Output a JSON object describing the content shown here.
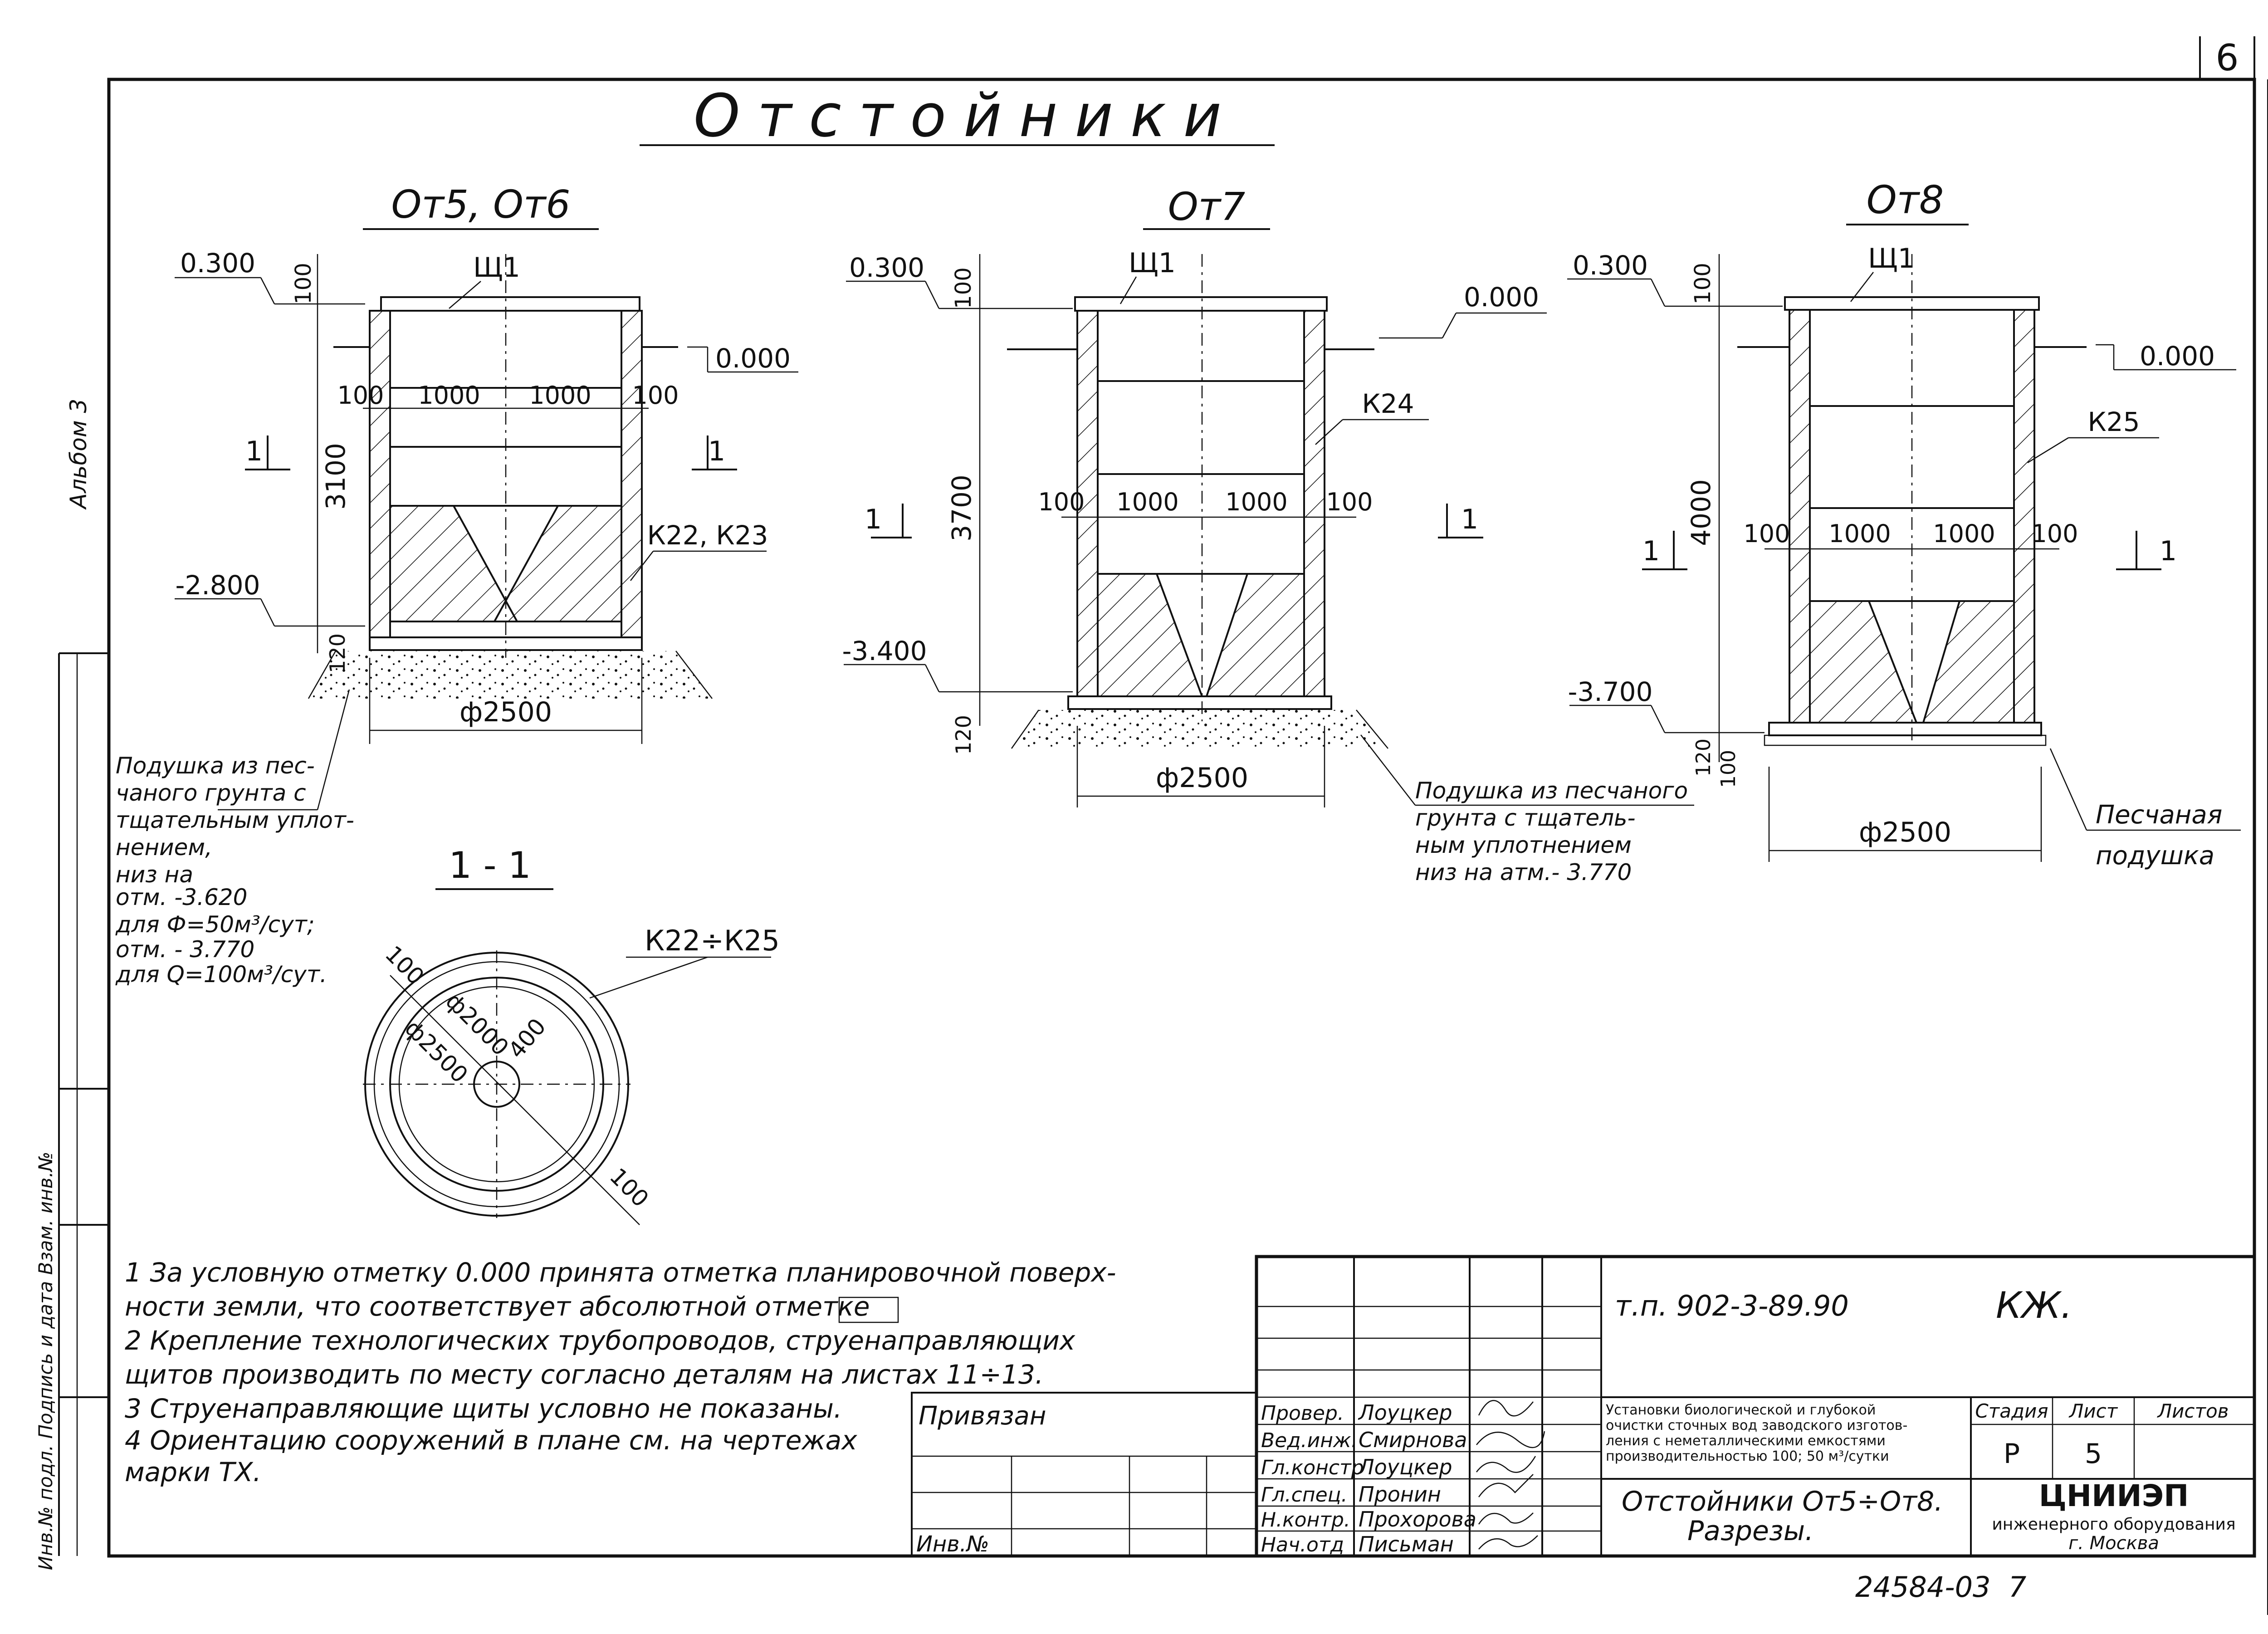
{
  "sheet_number": "6",
  "title": "Отстойники",
  "album_label": "Альбом 3",
  "side_label": "Инв.№ подл. Подпись и дата Взам. инв.№",
  "sections": {
    "ot56": {
      "heading": "От5, От6",
      "shield": "Щ1",
      "top_mark": "0.300",
      "top_offset": "100",
      "zero_mark": "0.000",
      "height": "3100",
      "bottom_mark": "-2.800",
      "base_dim": "120",
      "diameter": "ф2500",
      "half_left": "1000",
      "half_right": "1000",
      "wall_left": "100",
      "wall_right": "100",
      "rings": "К22, К23",
      "cut_left": "1",
      "cut_right": "1",
      "note": [
        "Подушка из пес-",
        "чаного грунта с",
        "тщательным уплот-",
        "нением,",
        "низ на",
        "отм. -3.620",
        "для Ф=50м³/сут;",
        "отм. - 3.770",
        "для Q=100м³/сут."
      ]
    },
    "ot7": {
      "heading": "От7",
      "shield": "Щ1",
      "top_mark": "0.300",
      "top_offset": "100",
      "zero_mark": "0.000",
      "height": "3700",
      "bottom_mark": "-3.400",
      "base_dim": "120",
      "diameter": "ф2500",
      "half_left": "1000",
      "half_right": "1000",
      "wall_left": "100",
      "wall_right": "100",
      "rings": "К24",
      "cut_left": "1",
      "cut_right": "1",
      "note": [
        "Подушка из песчаного",
        "грунта с тщатель-",
        "ным уплотнением",
        "низ на атм.- 3.770"
      ]
    },
    "ot8": {
      "heading": "От8",
      "shield": "Щ1",
      "top_mark": "0.300",
      "top_offset": "100",
      "zero_mark": "0.000",
      "height": "4000",
      "bottom_mark": "-3.700",
      "base_dim": "120",
      "base_dim2": "100",
      "diameter": "ф2500",
      "half_left": "1000",
      "half_right": "1000",
      "wall_left": "100",
      "wall_right": "100",
      "rings": "К25",
      "cut_left": "1",
      "cut_right": "1",
      "note": [
        "Песчаная",
        "подушка"
      ]
    }
  },
  "plan": {
    "heading": "1 - 1",
    "rings": "К22÷К25",
    "d_inner": "ф2000",
    "d_outer": "ф2500",
    "dim_400": "400",
    "dim_100_a": "100",
    "dim_100_b": "100"
  },
  "notes": [
    "1 За условную отметку 0.000 принята отметка планировочной поверх-",
    "ности земли, что соответствует абсолютной отметке",
    "2 Крепление технологических трубопроводов, струенаправляющих",
    "щитов производить по месту согласно деталям на листах 11÷13.",
    "3 Струенаправляющие щиты условно не показаны.",
    "4 Ориентацию сооружений в плане см. на чертежах",
    "марки ТХ."
  ],
  "stamp": {
    "privyazan": "Привязан",
    "inv_no": "Инв.№",
    "roles": [
      "Провер.",
      "Вед.инж.",
      "Гл.констр",
      "Гл.спец.",
      "Н.контр.",
      "Нач.отд"
    ],
    "names": [
      "Лоуцкер",
      "Смирнова",
      "Лоуцкер",
      "Пронин",
      "Прохорова",
      "Письман"
    ],
    "code": "т.п. 902-3-89.90",
    "mark": "КЖ.",
    "description": [
      "Установки биологической и глубокой",
      "очистки сточных вод заводского изготов-",
      "ления с неметаллическими емкостями",
      "производительностью 100; 50 м³/сутки"
    ],
    "sheet_title": [
      "Отстойники От5÷От8.",
      "Разрезы."
    ],
    "stage_label": "Стадия",
    "sheet_label": "Лист",
    "sheets_label": "Листов",
    "stage": "Р",
    "sheet": "5",
    "org_name": "ЦНИИЭП",
    "org_sub": "инженерного оборудования",
    "org_city": "г. Москва"
  },
  "footer_code": "24584-03  7"
}
